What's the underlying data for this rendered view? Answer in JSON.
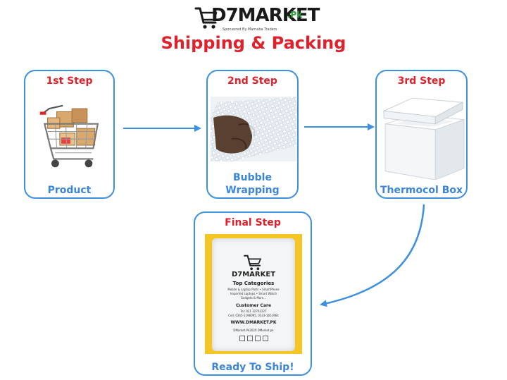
{
  "logo": {
    "brand": "D7MARKET",
    "suffix": ".Pk",
    "tagline": "Sponsored By Mamaba Traders"
  },
  "title": "Shipping & Packing",
  "steps": [
    {
      "title": "1st Step",
      "caption": "Product"
    },
    {
      "title": "2nd Step",
      "caption_line1": "Bubble",
      "caption_line2": "Wrapping"
    },
    {
      "title": "3rd Step",
      "caption": "Thermocol Box"
    },
    {
      "title": "Final Step",
      "caption": "Ready To Ship!"
    }
  ],
  "package": {
    "brand": "D7MARKET",
    "heading": "Top Categories",
    "line1": "Mobile & Laptop Parts • SmartPhone",
    "line2": "Imported Laptops • Smart Watch",
    "line3": "Gadgets & More...",
    "care": "Customer Care",
    "phone1": "Tel: 021 32701227",
    "phone2": "Cell: 0345-1196095, 0333-1651964",
    "site": "WWW.DMARKET.PK",
    "social": "DMarket.Pk2020  DMarket.pk"
  },
  "colors": {
    "title_red": "#e0202a",
    "card_border": "#3d8fe0",
    "caption_blue": "#3b86d8",
    "logo_green": "#2e9e3e",
    "package_yellow": "#f5c623"
  }
}
